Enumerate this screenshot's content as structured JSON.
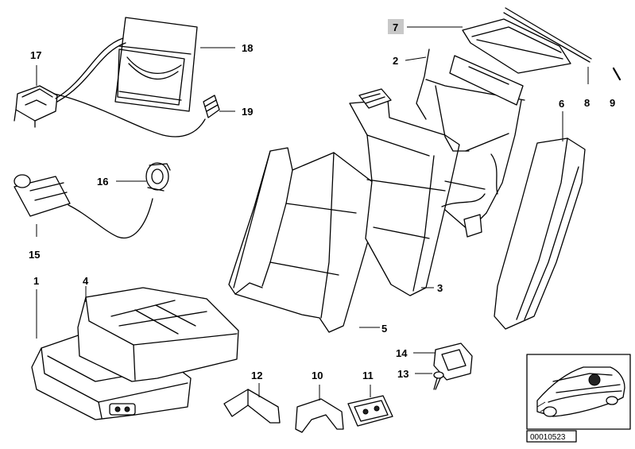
{
  "labels": {
    "p1": "1",
    "p2": "2",
    "p3": "3",
    "p4": "4",
    "p5": "5",
    "p6": "6",
    "p7": "7",
    "p8": "8",
    "p9": "9",
    "p10": "10",
    "p11": "11",
    "p12": "12",
    "p13": "13",
    "p14": "14",
    "p15": "15",
    "p16": "16",
    "p17": "17",
    "p18": "18",
    "p19": "19"
  },
  "diagram_ref": "00010523",
  "colors": {
    "highlight": "#c8c8c8",
    "line": "#000000"
  }
}
